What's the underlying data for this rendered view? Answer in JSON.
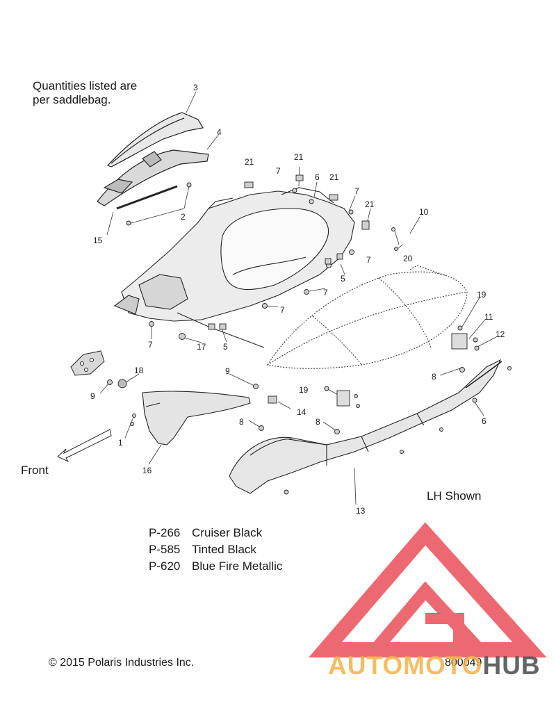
{
  "note": [
    "Quantities listed are",
    "per saddlebag."
  ],
  "front_label": "Front",
  "view_label": "LH Shown",
  "colors": [
    {
      "code": "P-266",
      "name": "Cruiser Black"
    },
    {
      "code": "P-585",
      "name": "Tinted Black"
    },
    {
      "code": "P-620",
      "name": "Blue Fire Metallic"
    }
  ],
  "copyright": "© 2015 Polaris Industries Inc.",
  "figure_number": "800049",
  "watermark": {
    "part1": "AUTOMOTO",
    "part2": "HUB",
    "accent": "#e8404a",
    "accent2": "#f3b24a"
  },
  "callouts": {
    "c3": "3",
    "c4": "4",
    "c2": "2",
    "c15": "15",
    "c21a": "21",
    "c21b": "21",
    "c21c": "21",
    "c21d": "21",
    "c7a": "7",
    "c7b": "7",
    "c7c": "7",
    "c7d": "7",
    "c7e": "7",
    "c7f": "7",
    "c6a": "6",
    "c10": "10",
    "c20": "20",
    "c5a": "5",
    "c5b": "5",
    "c17": "17",
    "c19a": "19",
    "c19b": "19",
    "c11": "11",
    "c12": "12",
    "c8a": "8",
    "c8b": "8",
    "c8c": "8",
    "c6b": "6",
    "c9a": "9",
    "c9b": "9",
    "c18": "18",
    "c14": "14",
    "c1": "1",
    "c16": "16",
    "c13": "13"
  }
}
